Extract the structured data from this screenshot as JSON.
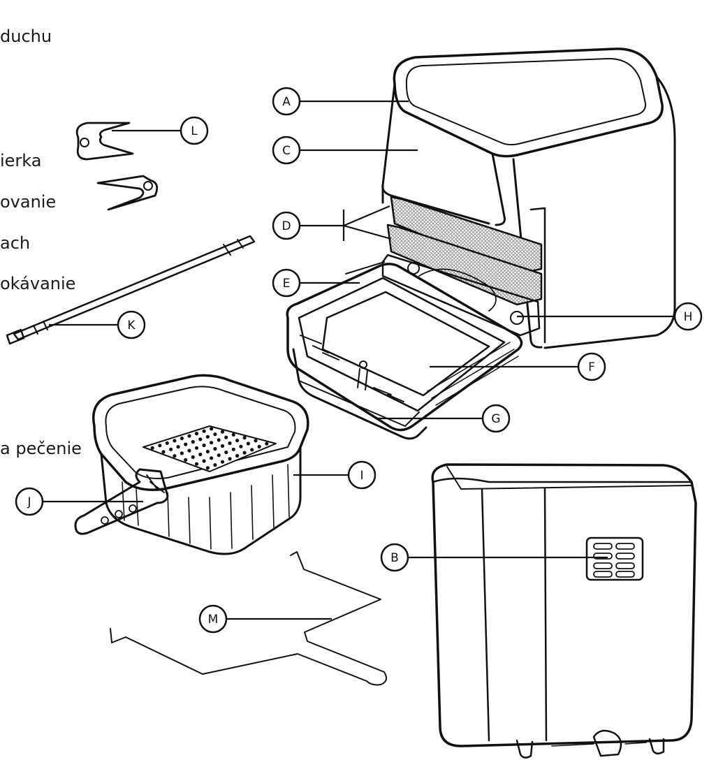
{
  "left_labels": [
    {
      "id": "t1",
      "text": "duchu"
    },
    {
      "id": "t2",
      "text": "ierka"
    },
    {
      "id": "t3",
      "text": "ovanie"
    },
    {
      "id": "t4",
      "text": "ach"
    },
    {
      "id": "t5",
      "text": "okávanie"
    },
    {
      "id": "t6",
      "text": "a pečenie"
    }
  ],
  "callouts": [
    "A",
    "B",
    "C",
    "D",
    "E",
    "F",
    "G",
    "H",
    "I",
    "J",
    "K",
    "L",
    "M"
  ],
  "colors": {
    "line": "#111111",
    "mesh": "#9a9a9a",
    "background": "#ffffff"
  }
}
